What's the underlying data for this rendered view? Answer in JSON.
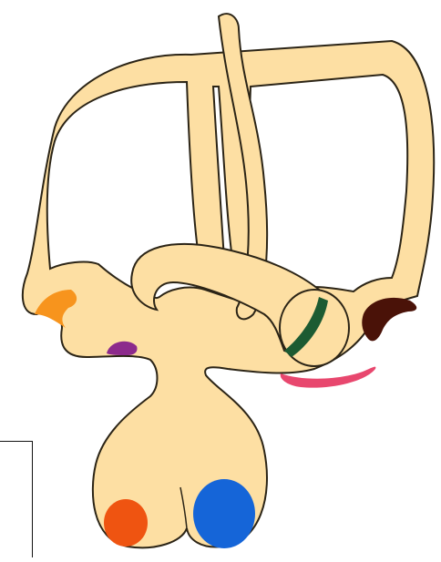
{
  "diagram": {
    "subject": "inner-ear-labyrinth",
    "colors": {
      "outline": "#2b2416",
      "fill": "#fddfa3",
      "background": "#ffffff",
      "ampulla_left": "#f7941d",
      "ampulla_right": "#4a1208",
      "ampulla_band": "#1c5b32",
      "spot_purple": "#8c2a8c",
      "spot_pink": "#e8476e",
      "spot_orange": "#ef5411",
      "spot_blue": "#1565d8"
    },
    "regions": [
      {
        "name": "ampulla-left-region",
        "color_key": "ampulla_left"
      },
      {
        "name": "purple-spot-region",
        "color_key": "spot_purple"
      },
      {
        "name": "ampulla-right-region",
        "color_key": "ampulla_right"
      },
      {
        "name": "green-band-region",
        "color_key": "ampulla_band"
      },
      {
        "name": "pink-strip-region",
        "color_key": "spot_pink"
      },
      {
        "name": "orange-spot-region",
        "color_key": "spot_orange"
      },
      {
        "name": "blue-spot-region",
        "color_key": "spot_blue"
      }
    ]
  }
}
